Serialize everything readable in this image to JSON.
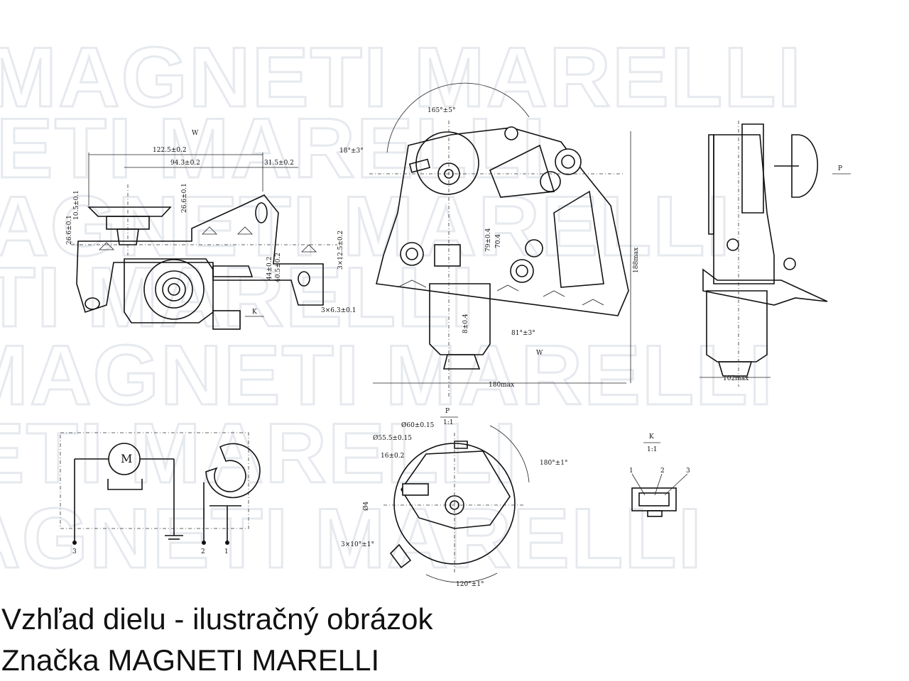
{
  "watermark": {
    "brand_text": "MAGNETI MARELLI",
    "color": "#e6e9ee"
  },
  "caption": {
    "line1": "Vzhľad dielu - ilustračný obrázok",
    "line2": "Značka MAGNETI MARELLI"
  },
  "drawing": {
    "view_a": {
      "view_label": "W",
      "dimensions": [
        "122.5±0.2",
        "94.3±0.2",
        "31.5±0.2",
        "10.5±0.1",
        "26.6±0.1",
        "3×12.5±0.2",
        "44±0.2",
        "40.5±0.2",
        "3×6.3±0.1"
      ],
      "arrow_label": "K"
    },
    "view_b": {
      "angles": [
        "165°±5°",
        "18°±3°",
        "81°±3°"
      ],
      "dimensions": [
        "79±0.4",
        "70.4",
        "8±0.4",
        "180max",
        "188max"
      ],
      "arrow_label": "W"
    },
    "view_c": {
      "arrow_label": "P",
      "dimensions": [
        "102max"
      ]
    },
    "circuit": {
      "motor_symbol": "M",
      "pins": [
        "3",
        "2",
        "1"
      ]
    },
    "detail_p": {
      "title": "P",
      "scale": "1:1",
      "dimensions": [
        "Ø60±0.15",
        "Ø55.5±0.15",
        "16±0.2",
        "Ø4",
        "3×10°±1°",
        "180°±1°",
        "120°±1°"
      ]
    },
    "detail_k": {
      "title": "K",
      "scale": "1:1",
      "pins": [
        "1",
        "2",
        "3"
      ]
    }
  }
}
